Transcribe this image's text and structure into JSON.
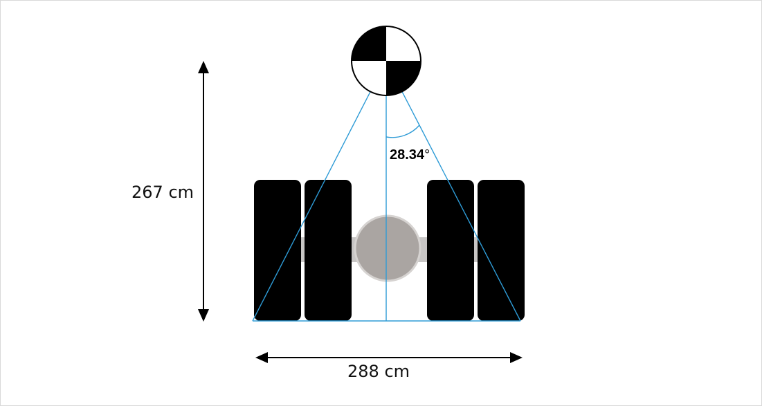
{
  "dimensions": {
    "height_label": "267 cm",
    "width_label": "288 cm"
  },
  "angle": {
    "value": "28.34",
    "unit": "°"
  },
  "colors": {
    "sight_lines": "#2e9bd6",
    "tire": "#000000",
    "axle": "#c8c6c5",
    "hub": "#aaa5a2",
    "arrow": "#000000",
    "target_black": "#000000",
    "target_white": "#ffffff"
  },
  "icons": {
    "target": "calibration-target-icon"
  }
}
